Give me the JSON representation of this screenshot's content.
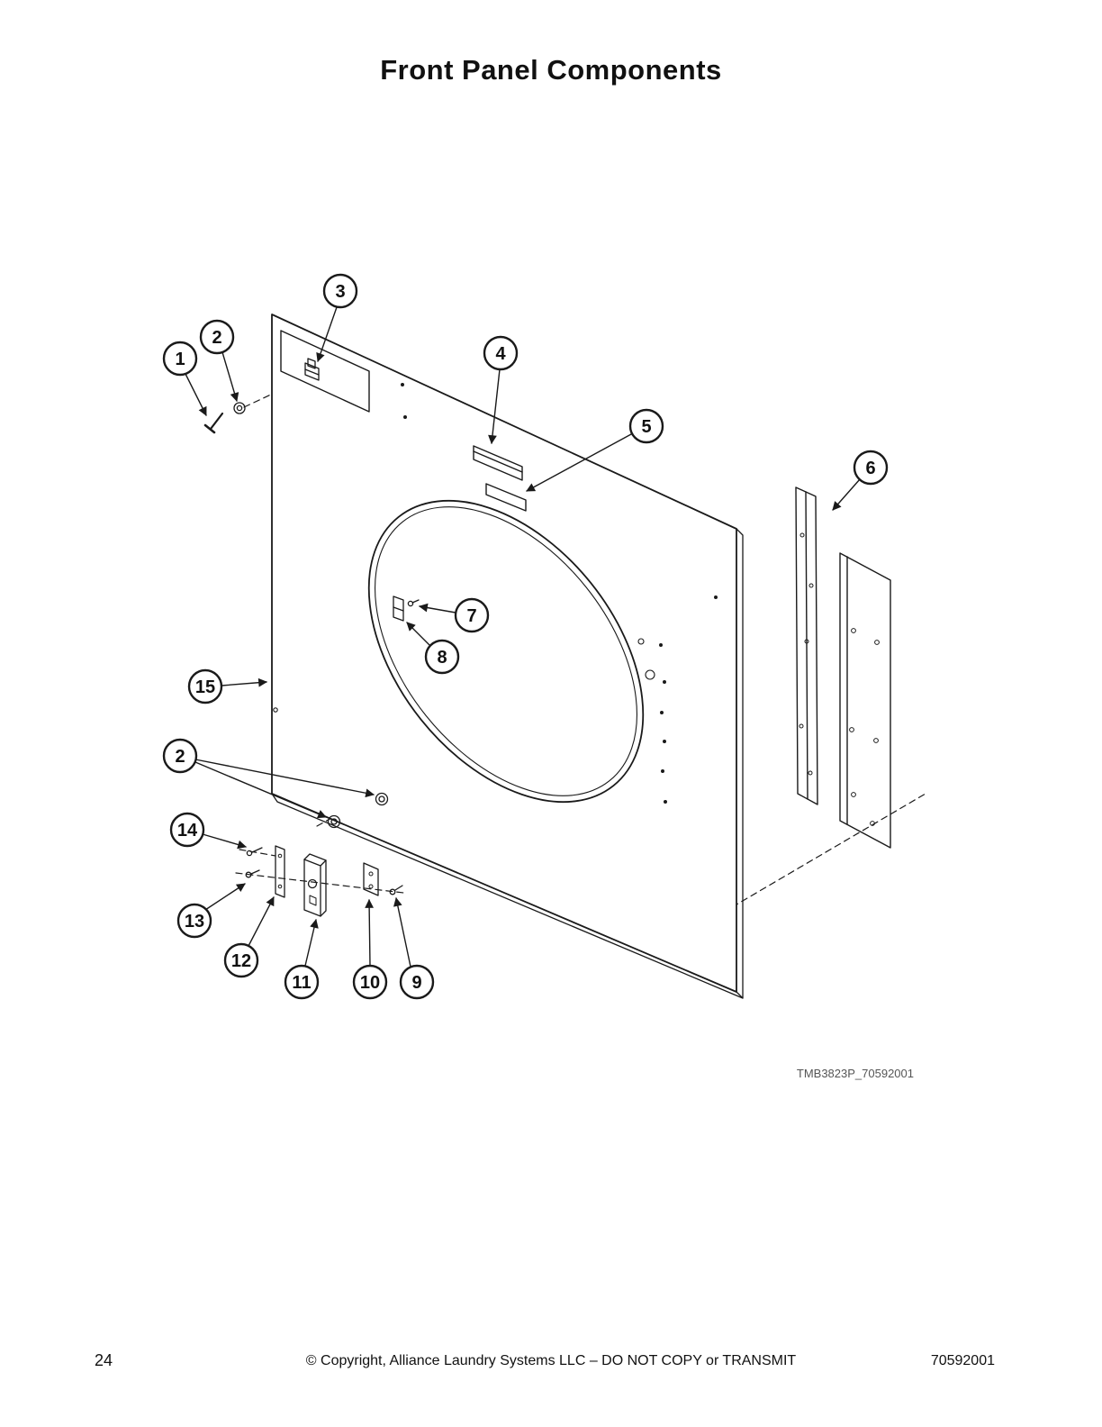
{
  "page": {
    "title": "Front Panel Components"
  },
  "figure": {
    "code": "TMB3823P_70592001"
  },
  "footer": {
    "page_number": "24",
    "copyright": "© Copyright, Alliance Laundry Systems LLC – DO NOT COPY or TRANSMIT",
    "doc_number": "70592001"
  },
  "callouts": [
    {
      "label": "1"
    },
    {
      "label": "2"
    },
    {
      "label": "3"
    },
    {
      "label": "4"
    },
    {
      "label": "5"
    },
    {
      "label": "6"
    },
    {
      "label": "7"
    },
    {
      "label": "8"
    },
    {
      "label": "9"
    },
    {
      "label": "10"
    },
    {
      "label": "11"
    },
    {
      "label": "12"
    },
    {
      "label": "13"
    },
    {
      "label": "14"
    },
    {
      "label": "15"
    },
    {
      "label": "2"
    }
  ]
}
